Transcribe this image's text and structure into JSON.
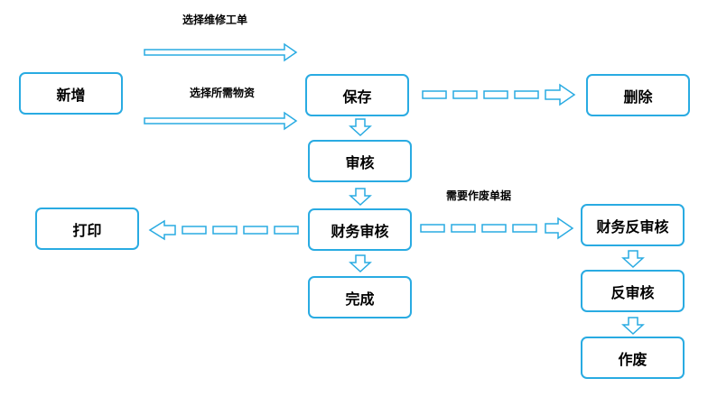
{
  "nodes": {
    "xinzeng": "新增",
    "baocun": "保存",
    "shanchu": "删除",
    "shenhe": "审核",
    "caiwu_shenhe": "财务审核",
    "dayin": "打印",
    "caiwu_fan_shenhe": "财务反审核",
    "wancheng": "完成",
    "fan_shenhe": "反审核",
    "zuofei": "作废"
  },
  "edge_labels": {
    "select_work_order": "选择维修工单",
    "select_materials": "选择所需物资",
    "void_document": "需要作废单据"
  },
  "colors": {
    "accent": "#29abe2"
  }
}
